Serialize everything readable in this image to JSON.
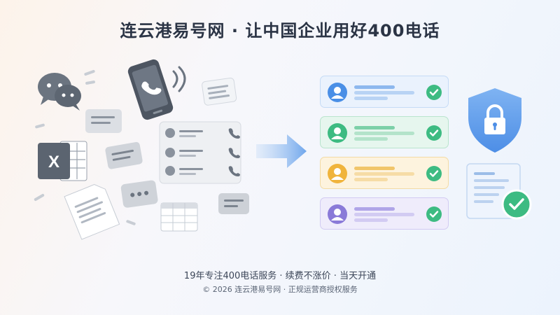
{
  "header": {
    "title": "连云港易号网 · 让中国企业用好400电话"
  },
  "footer": {
    "tagline": "19年专注400电话服务 · 续费不涨价 · 当天开通",
    "copyright": "© 2026 连云港易号网 · 正规运营商授权服务"
  },
  "illustration": {
    "left_icons": [
      "chat-bubbles-icon",
      "phone-icon",
      "excel-icon",
      "document-icon",
      "message-icon",
      "table-icon",
      "contact-list-icon"
    ],
    "center_icon": "arrow-right-icon",
    "right_icons": [
      "contact-card-icon",
      "shield-lock-icon",
      "checked-document-icon"
    ],
    "row_colors": [
      "#4a8fe6",
      "#3dbb82",
      "#f0b43c",
      "#8a7ad8"
    ],
    "check_color": "#3dbb82"
  }
}
